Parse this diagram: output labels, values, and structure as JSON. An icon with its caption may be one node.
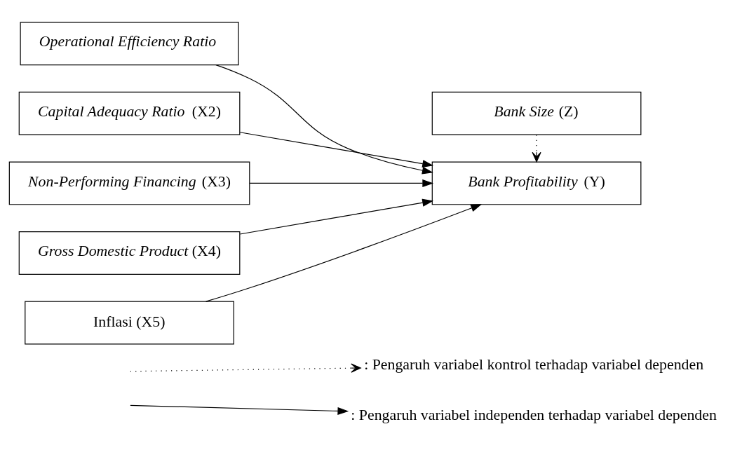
{
  "diagram": {
    "nodes": [
      {
        "text": [
          "Operational Efficiency Ratio"
        ]
      },
      {
        "text": [
          "*Bank Size* (Z)"
        ]
      },
      {
        "text": [
          "*Capital Adequacy Ratio* (X2)"
        ]
      },
      {
        "text": [
          "*Non-Performing Financing* (X3)"
        ]
      },
      {
        "text": [
          "*Bank Profitability* (Y)"
        ]
      },
      {
        "text": [
          "*Gross Domestic Product* (X4)"
        ]
      },
      {
        "text": [
          "Inflasi (X5)"
        ]
      }
    ],
    "edges": [
      {
        "from": 0,
        "to": 4,
        "arrow": "to"
      },
      {
        "from": 2,
        "to": 4,
        "arrow": "to"
      },
      {
        "from": 3,
        "to": 4,
        "arrow": "to"
      },
      {
        "from": 5,
        "to": 4,
        "arrow": "to"
      },
      {
        "from": 6,
        "to": 4,
        "arrow": "to"
      },
      {
        "from": 1,
        "to": 4,
        "arrow": "to",
        "style": "dashed"
      }
    ],
    "legend": [
      {
        "text": ": Pengaruh variabel kontrol terhadap variabel dependen"
      },
      {
        "text": ": Pengaruh variabel independen terhadap variabel dependen"
      }
    ]
  }
}
